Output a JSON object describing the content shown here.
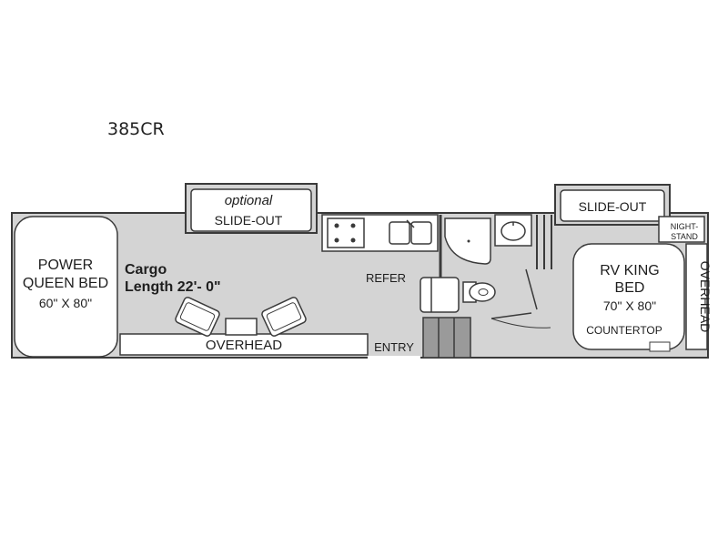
{
  "model": "385CR",
  "labels": {
    "optional": "optional",
    "slide_out_front": "SLIDE-OUT",
    "slide_out_rear": "SLIDE-OUT",
    "power_queen_1": "POWER",
    "power_queen_2": "QUEEN BED",
    "power_queen_size": "60\" X 80\"",
    "cargo_1": "Cargo",
    "cargo_2": "Length 22'- 0\"",
    "overhead_front": "OVERHEAD",
    "entry": "ENTRY",
    "refer": "REFER",
    "rv_king_1": "RV KING",
    "rv_king_2": "BED",
    "rv_king_size": "70\" X 80\"",
    "countertop": "COUNTERTOP",
    "nightstand_1": "NIGHT-",
    "nightstand_2": "STAND",
    "overhead_rear": "OVERHEAD"
  },
  "colors": {
    "floor": "#d4d4d4",
    "wall": "#3a3a3a",
    "fixture_fill": "#ffffff",
    "background": "#ffffff"
  }
}
